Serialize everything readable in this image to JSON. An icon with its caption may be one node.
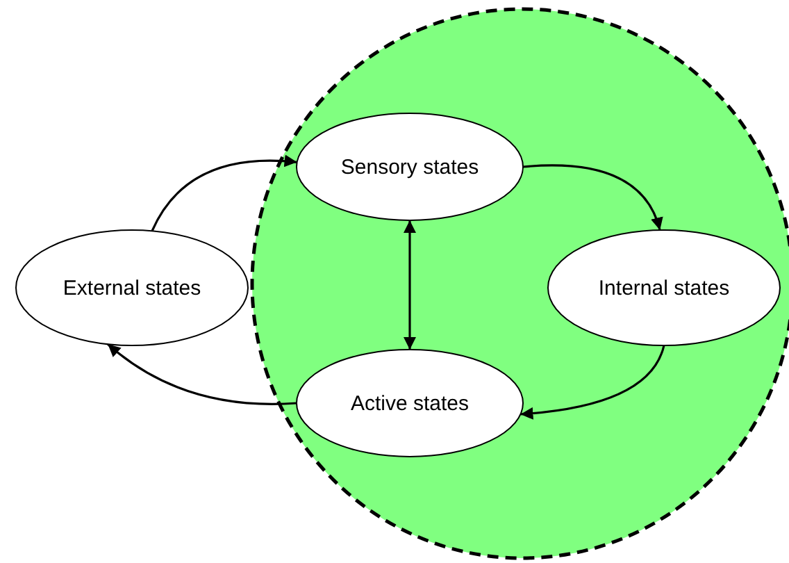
{
  "diagram": {
    "nodes": [
      {
        "text": [],
        "shape": "circle"
      },
      {
        "text": [
          "External states"
        ]
      },
      {
        "text": [
          "Sensory states"
        ],
        "in": 0
      },
      {
        "text": [
          "Internal states"
        ],
        "in": 0
      },
      {
        "text": [
          "Active states"
        ],
        "in": 0
      }
    ],
    "edges": [
      {
        "from": 1,
        "to": 2,
        "arrow": "to"
      },
      {
        "from": 2,
        "to": 3,
        "arrow": "to"
      },
      {
        "from": 3,
        "to": 4,
        "arrow": "to"
      },
      {
        "from": 4,
        "to": 1,
        "arrow": "to"
      },
      {
        "from": 2,
        "to": 4,
        "arrow": "both"
      }
    ]
  }
}
